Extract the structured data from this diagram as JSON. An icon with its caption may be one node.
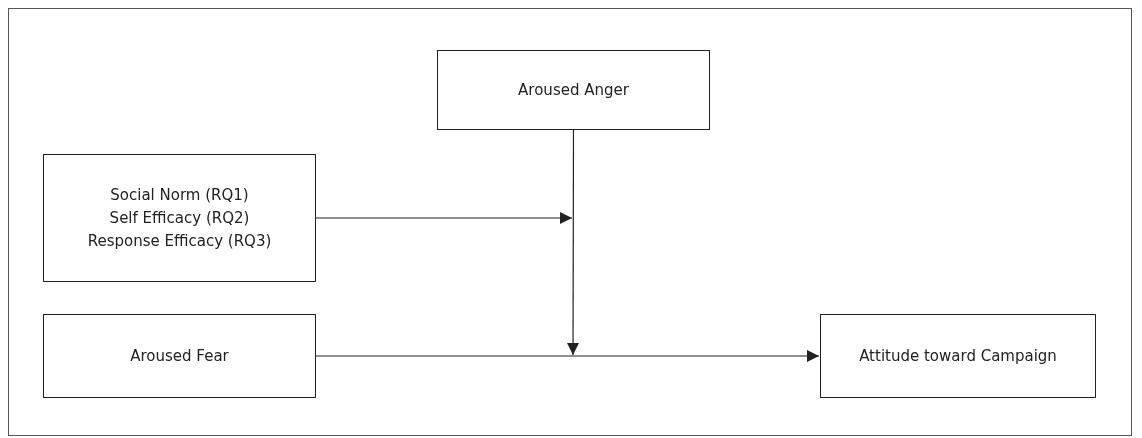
{
  "diagram": {
    "nodes": [
      {
        "text": [
          "Aroused Anger"
        ]
      },
      {
        "text": [
          "Social Norm (RQ1)",
          "Self Efficacy (RQ2)",
          "Response Efficacy (RQ3)"
        ]
      },
      {
        "text": [
          "Aroused Fear"
        ]
      },
      {
        "text": [
          "Attitude toward Campaign"
        ]
      }
    ],
    "edges": [
      {
        "from": 0,
        "to": null,
        "arrow": "to"
      },
      {
        "from": 1,
        "to": null,
        "arrow": "to"
      },
      {
        "from": 2,
        "to": 3,
        "arrow": "to"
      }
    ]
  }
}
